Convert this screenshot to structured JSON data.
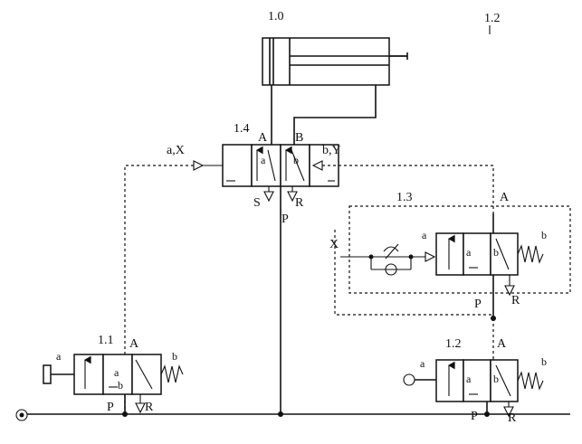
{
  "labels": {
    "cylinder": "1.0",
    "valve_main": "1.4",
    "valve_button": "1.1",
    "valve_timer": "1.3",
    "valve_roller": "1.2",
    "corner_label": "1.2",
    "port_A": "A",
    "port_B": "B",
    "port_S": "S",
    "port_P": "P",
    "port_R": "R",
    "port_X": "X",
    "pilot_aX": "a,X",
    "pilot_bY": "b,Y",
    "pos_a": "a",
    "pos_b": "b"
  }
}
